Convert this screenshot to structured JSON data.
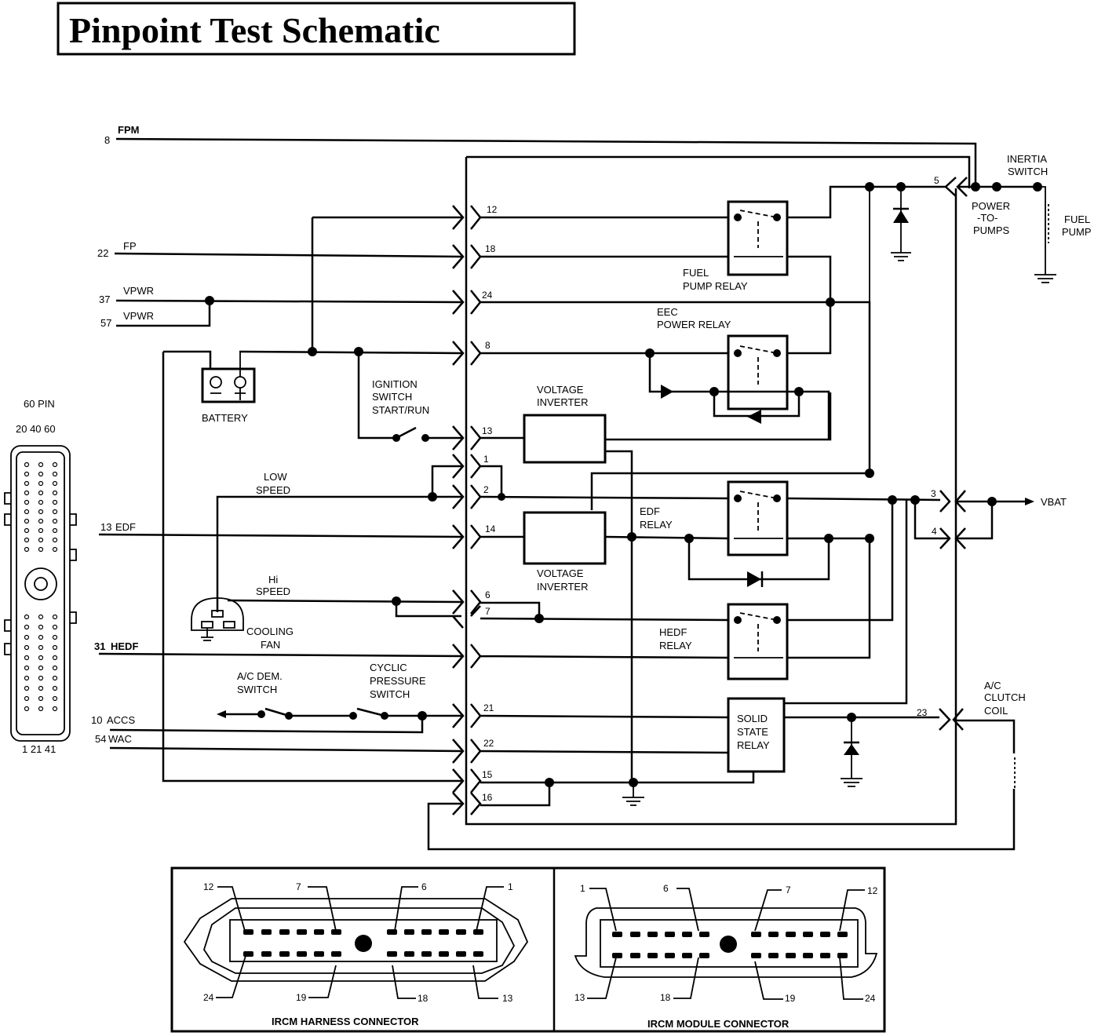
{
  "title": "Pinpoint Test Schematic",
  "eec_connector": {
    "label": "60 PIN",
    "top_pins": "20 40 60",
    "bottom_pins": "1 21 41"
  },
  "eec_signals": [
    {
      "pin": "8",
      "name": "FPM"
    },
    {
      "pin": "22",
      "name": "FP"
    },
    {
      "pin": "37",
      "name": "VPWR"
    },
    {
      "pin": "57",
      "name": "VPWR"
    },
    {
      "pin": "13",
      "name": "EDF"
    },
    {
      "pin": "31",
      "name": "HEDF"
    },
    {
      "pin": "10",
      "name": "ACCS"
    },
    {
      "pin": "54",
      "name": "WAC"
    }
  ],
  "ircm_pins": {
    "p12": "12",
    "p18": "18",
    "p24": "24",
    "p8": "8",
    "p13": "13",
    "p1": "1",
    "p2": "2",
    "p14": "14",
    "p6": "6",
    "p7": "7",
    "p21": "21",
    "p22": "22",
    "p15": "15",
    "p16": "16",
    "p5": "5",
    "p3": "3",
    "p4": "4",
    "p23": "23"
  },
  "components": {
    "battery": "BATTERY",
    "ignition": [
      "IGNITION",
      "SWITCH",
      "START/RUN"
    ],
    "low_speed": [
      "LOW",
      "SPEED"
    ],
    "hi_speed": [
      "Hi",
      "SPEED"
    ],
    "cooling_fan": [
      "COOLING",
      "FAN"
    ],
    "ac_dem": [
      "A/C DEM.",
      "SWITCH"
    ],
    "cyclic": [
      "CYCLIC",
      "PRESSURE",
      "SWITCH"
    ],
    "voltage_inverter_1": [
      "VOLTAGE",
      "INVERTER"
    ],
    "voltage_inverter_2": [
      "VOLTAGE",
      "INVERTER"
    ],
    "fuel_pump_relay": [
      "FUEL",
      "PUMP RELAY"
    ],
    "eec_power_relay": [
      "EEC",
      "POWER RELAY"
    ],
    "edf_relay": [
      "EDF",
      "RELAY"
    ],
    "hedf_relay": [
      "HEDF",
      "RELAY"
    ],
    "solid_state_relay": [
      "SOLID",
      "STATE",
      "RELAY"
    ],
    "inertia_switch": [
      "INERTIA",
      "SWITCH"
    ],
    "power_to_pumps": [
      "POWER",
      "-TO-",
      "PUMPS"
    ],
    "fuel_pump": [
      "FUEL",
      "PUMP"
    ],
    "vbat": "VBAT",
    "ac_clutch": [
      "A/C",
      "CLUTCH",
      "COIL"
    ]
  },
  "harness_connector": {
    "caption": "IRCM HARNESS CONNECTOR",
    "top_labels": [
      "12",
      "7",
      "6",
      "1"
    ],
    "bottom_labels": [
      "24",
      "19",
      "18",
      "13"
    ]
  },
  "module_connector": {
    "caption": "IRCM MODULE CONNECTOR",
    "top_labels": [
      "1",
      "6",
      "7",
      "12"
    ],
    "bottom_labels": [
      "13",
      "18",
      "19",
      "24"
    ]
  }
}
